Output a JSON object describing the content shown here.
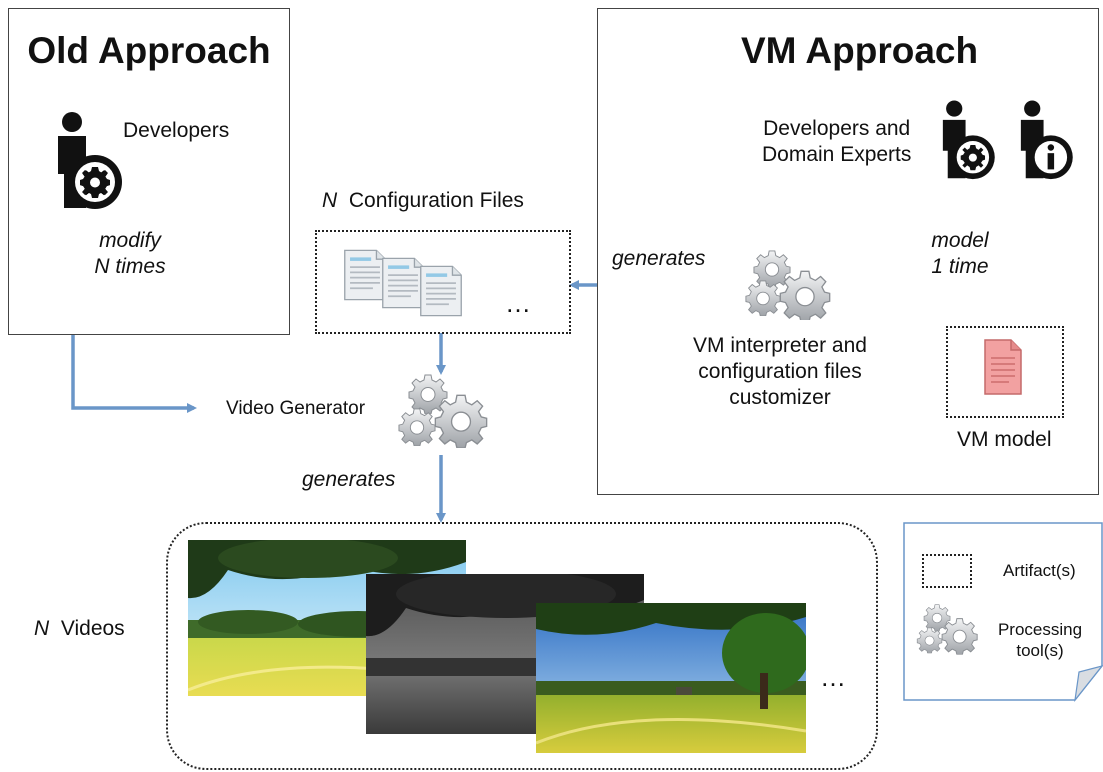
{
  "old_approach": {
    "title": "Old Approach",
    "actor_label": "Developers",
    "edge_label_line1": "modify",
    "edge_label_line2": "N times"
  },
  "vm_approach": {
    "title": "VM Approach",
    "actor_label_line1": "Developers and",
    "actor_label_line2": "Domain Experts",
    "edge_label_line1": "model",
    "edge_label_line2": "1 time",
    "model_label": "VM model",
    "tool_label_line1": "VM interpreter and",
    "tool_label_line2": "configuration files",
    "tool_label_line3": "customizer",
    "generates_label": "generates"
  },
  "config_files": {
    "n": "N",
    "label": "Configuration Files",
    "ellipsis": "…"
  },
  "video_generator": {
    "label": "Video Generator",
    "generates_label": "generates"
  },
  "videos": {
    "n": "N",
    "label": "Videos",
    "ellipsis": "…"
  },
  "legend": {
    "artifact_label": "Artifact(s)",
    "processing_line1": "Processing",
    "processing_line2": "tool(s)"
  },
  "colors": {
    "arrow": "#6a96c8",
    "model_doc": "#f2a1a1",
    "doc": "#e9ecef",
    "gear": "#b9bcc0"
  }
}
